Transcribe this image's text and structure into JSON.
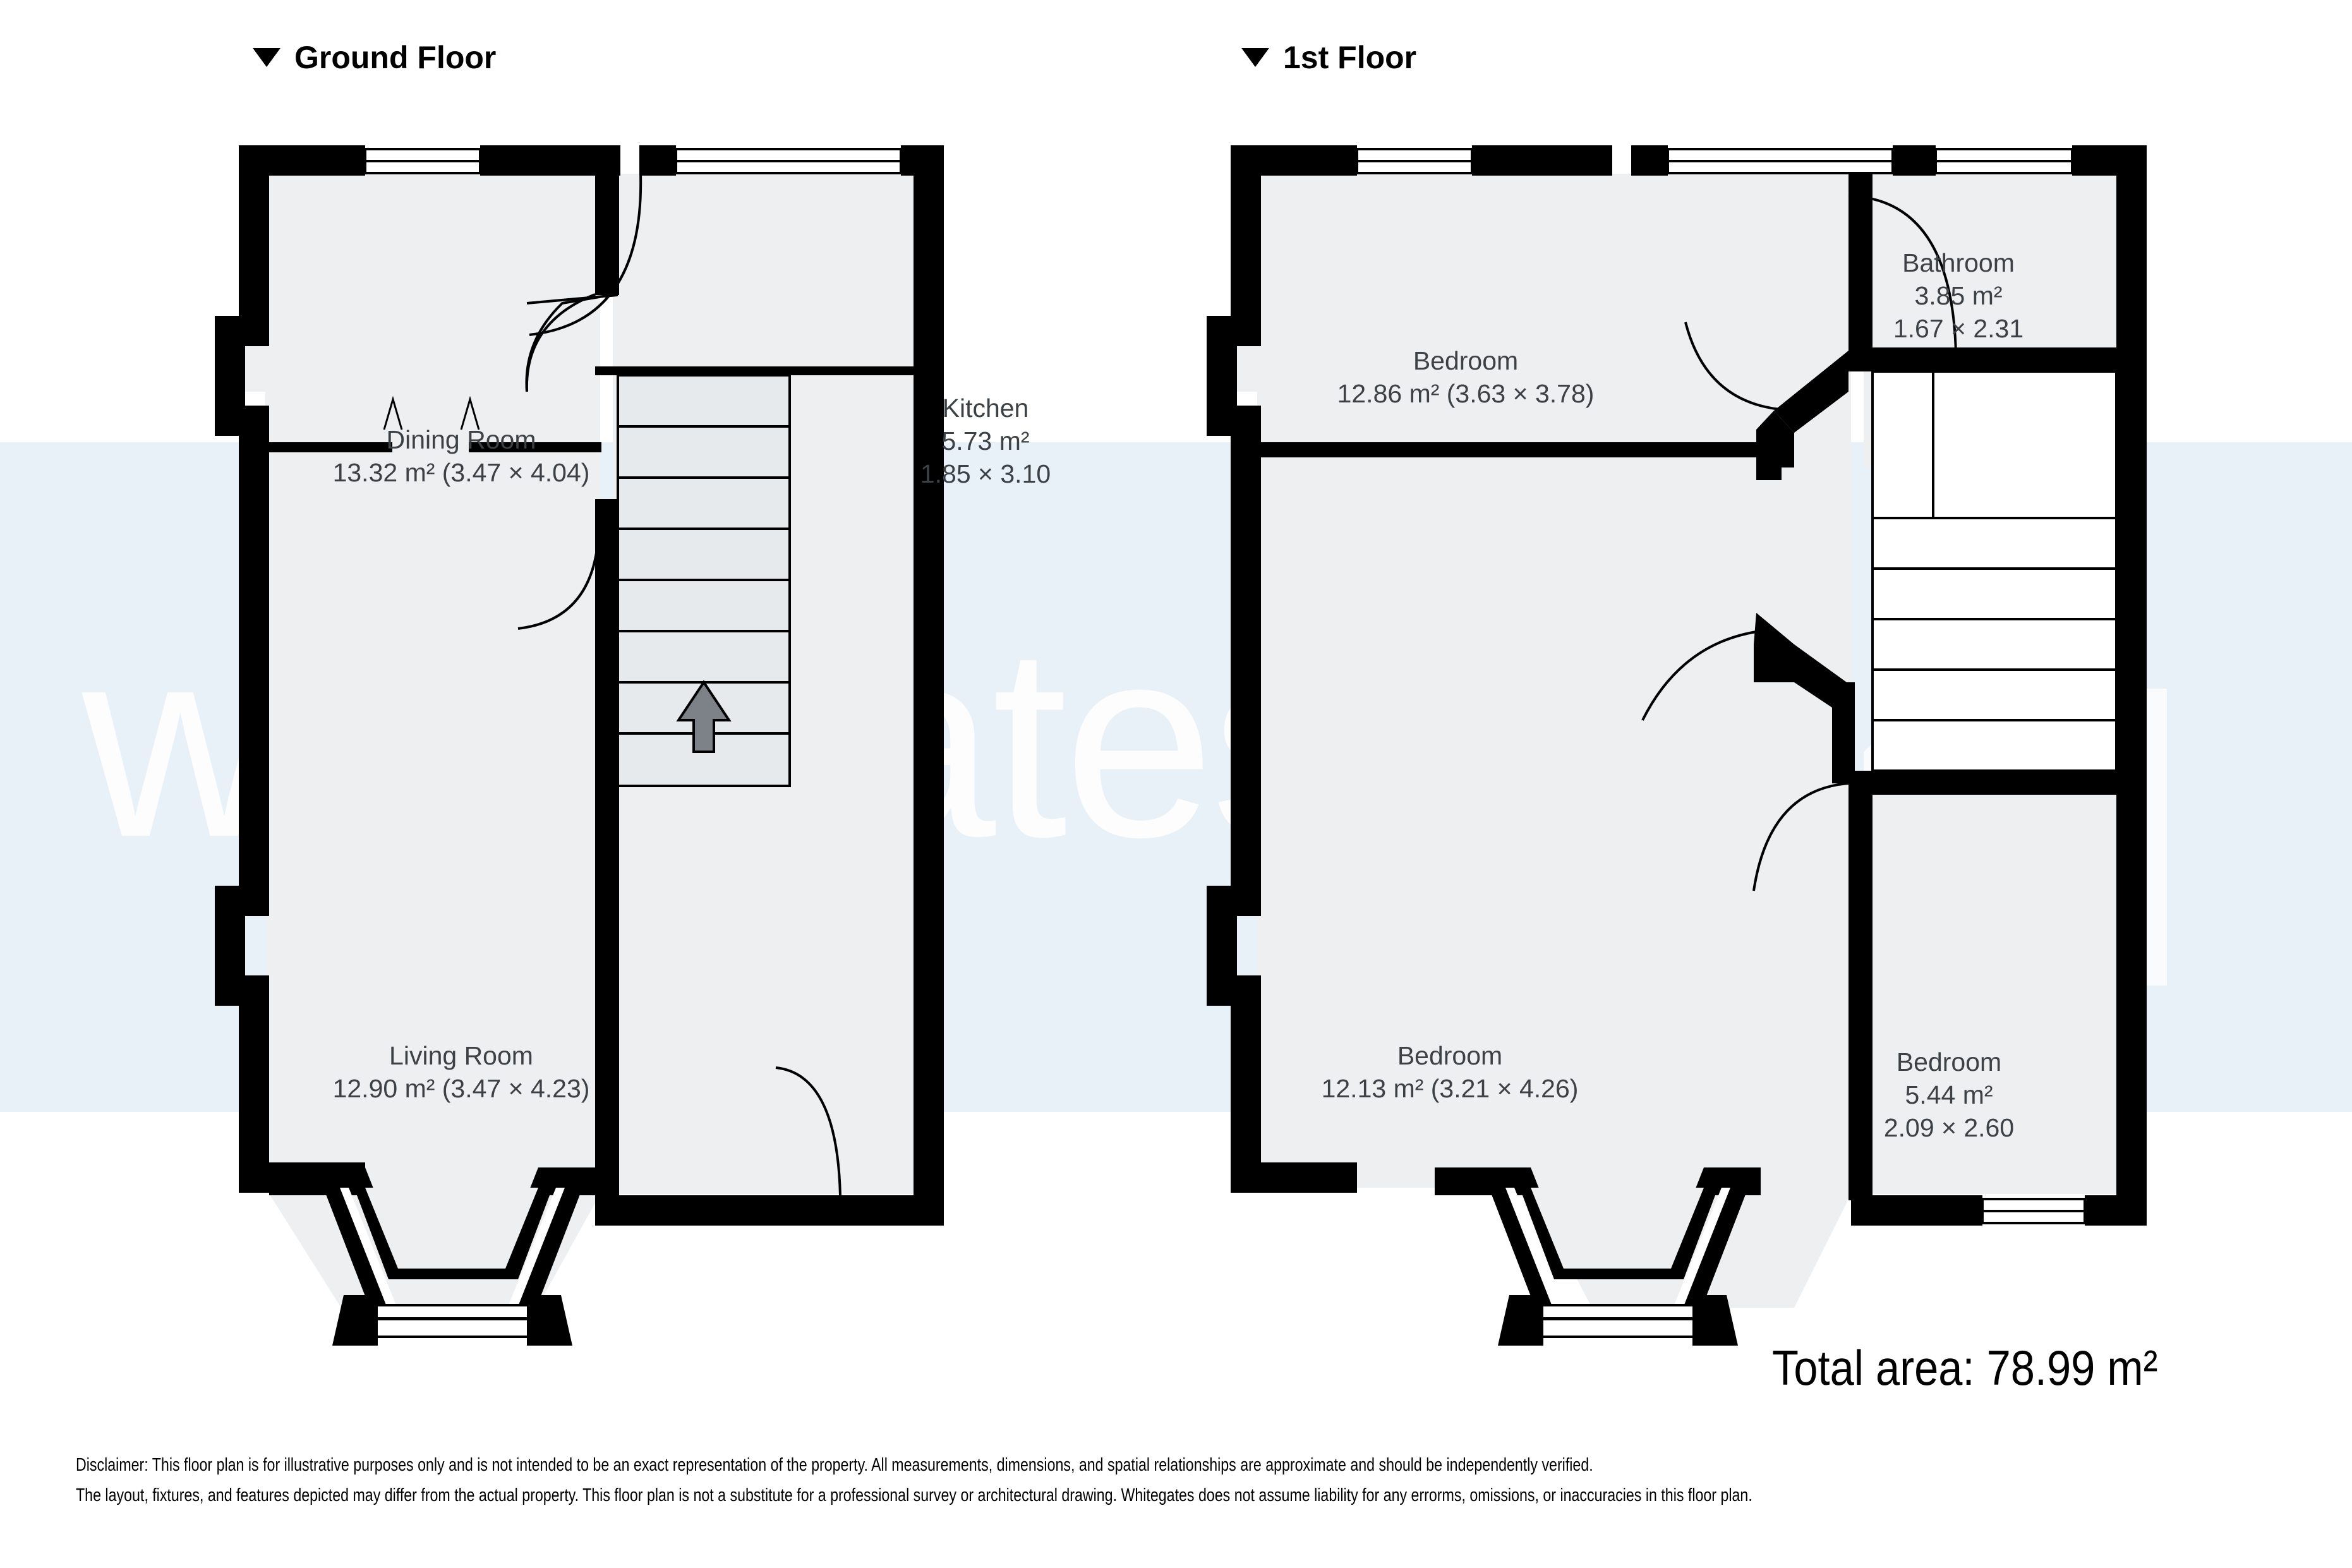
{
  "floors": [
    {
      "id": "ground",
      "toggle_icon": "chevron-down-triangle-icon",
      "title": "Ground Floor",
      "rooms": [
        {
          "name": "Dining Room",
          "dims": "13.32 m² (3.47 × 4.04)"
        },
        {
          "name": "Kitchen",
          "area": "5.73 m²",
          "dims": "1.85 × 3.10"
        },
        {
          "name": "Living Room",
          "dims": "12.90 m² (3.47 × 4.23)"
        }
      ]
    },
    {
      "id": "first",
      "toggle_icon": "chevron-down-triangle-icon",
      "title": "1st Floor",
      "rooms": [
        {
          "name": "Bedroom",
          "area": "3.85 m²",
          "dims": "1.67 × 2.31"
        },
        {
          "name": "Bedroom",
          "dims": "12.86 m² (3.63 × 3.78)"
        },
        {
          "name": "Bedroom",
          "dims": "12.13 m² (3.21 × 4.26)"
        },
        {
          "name": "Bedroom",
          "area": "5.44 m²",
          "dims": "2.09 × 2.60"
        }
      ]
    }
  ],
  "labels": {
    "dining_name": "Dining Room",
    "dining_dims": "13.32 m² (3.47 × 4.04)",
    "kitchen_name": "Kitchen",
    "kitchen_area": "5.73 m²",
    "kitchen_dims": "1.85 × 3.10",
    "living_name": "Living Room",
    "living_dims": "12.90 m² (3.47 × 4.23)",
    "bath_name": "Bathroom",
    "bath_area": "3.85 m²",
    "bath_dims": "1.67 × 2.31",
    "bed1_name": "Bedroom",
    "bed1_dims": "12.86 m² (3.63 × 3.78)",
    "bed2_name": "Bedroom",
    "bed2_dims": "12.13 m² (3.21 × 4.26)",
    "bed3_name": "Bedroom",
    "bed3_area": "5.44 m²",
    "bed3_dims": "2.09 × 2.60"
  },
  "total_area": "Total area: 78.99 m²",
  "watermark": {
    "text": "whitegates",
    "logo_icon": "whitegates-house-logo-icon"
  },
  "disclaimer": {
    "line1": "Disclaimer: This floor plan is for illustrative purposes only and is not intended to be an exact representation of the property. All measurements, dimensions, and spatial relationships are approximate and should be independently verified.",
    "line2": "The layout, fixtures, and features depicted may differ from the actual property. This floor plan is not a substitute for a professional survey or architectural drawing. Whitegates does not assume liability for any errorms, omissions, or inaccuracies in this floor plan."
  },
  "colors": {
    "wall": "#000000",
    "room_fill_light": "#eeeff1",
    "band": "#e8f1f8",
    "text": "#3c4145",
    "stair_arrow": "#7c8288"
  }
}
